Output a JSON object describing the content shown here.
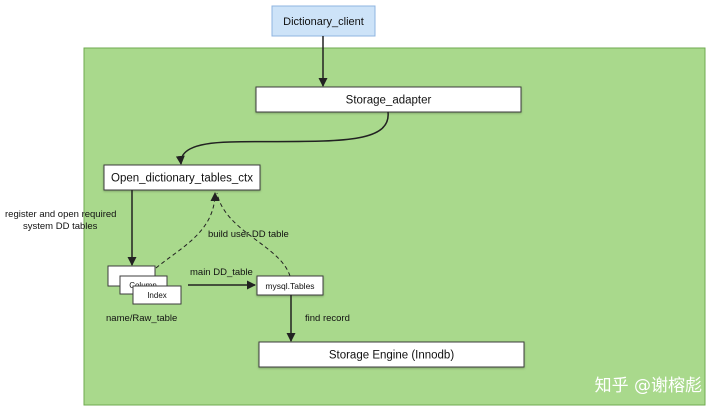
{
  "nodes": {
    "client": "Dictionary_client",
    "adapter": "Storage_adapter",
    "ctx": "Open_dictionary_tables_ctx",
    "tables": "mysql.Tables",
    "engine": "Storage Engine (Innodb)",
    "stack_top": "",
    "stack_mid": "Column",
    "stack_front": "Index"
  },
  "labels": {
    "register_line1": "register and open required",
    "register_line2": "system DD tables",
    "build_user": "build user DD table",
    "main_dd": "main DD_table",
    "name_raw": "name/Raw_table",
    "find_record": "find record"
  },
  "watermark": "知乎 @谢榕彪",
  "colors": {
    "region_fill": "#a9d98c",
    "region_stroke": "#6faa4f",
    "client_fill": "#cde3f8",
    "client_stroke": "#8fb5e0",
    "box_fill": "#ffffff",
    "box_stroke": "#3c3c3c",
    "arrow": "#222222",
    "watermark": "#ffffff"
  }
}
